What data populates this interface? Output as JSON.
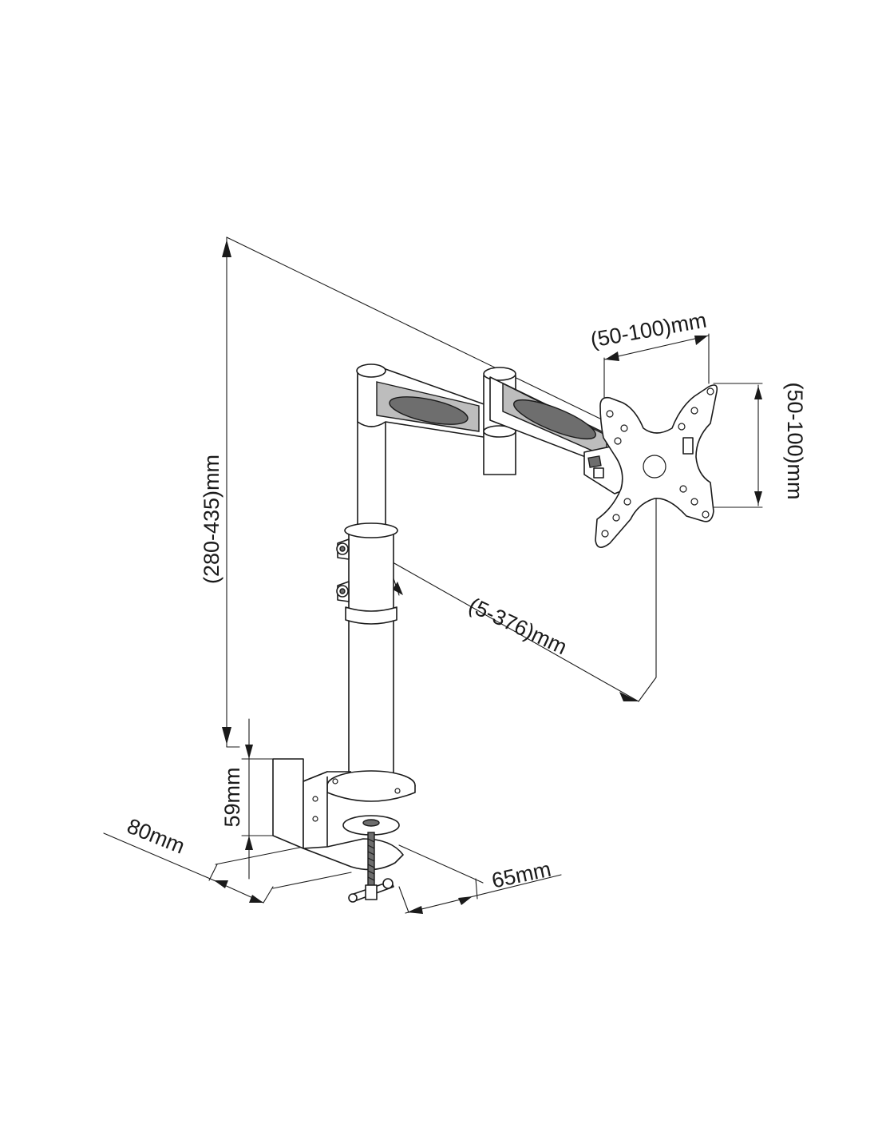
{
  "dimensions": {
    "height_range": "(280-435)mm",
    "arm_reach": "(5-376)mm",
    "vesa_width": "(50-100)mm",
    "vesa_height": "(50-100)mm",
    "clamp_height": "59mm",
    "clamp_depth": "80mm",
    "clamp_width": "65mm"
  }
}
